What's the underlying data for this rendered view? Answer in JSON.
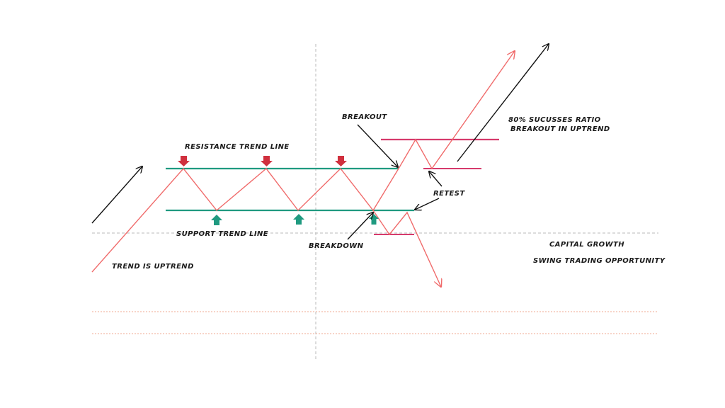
{
  "labels": {
    "resistance": "RESISTANCE TREND LINE",
    "support": "SUPPORT TREND LINE",
    "breakout": "BREAKOUT",
    "breakdown": "BREAKDOWN",
    "retest": "RETEST",
    "ratio_line1": "80% SUCUSSES RATIO",
    "ratio_line2": "BREAKOUT IN UPTREND",
    "trend": "TREND IS UPTREND",
    "capital_growth": "CAPITAL GROWTH",
    "swing_trading": "SWING TRADING OPPORTUNITY"
  },
  "colors": {
    "price_line": "#f06b6b",
    "trend_line": "#1f9a80",
    "level_line": "#d63a6c",
    "down_arrow": "#d0303e",
    "up_arrow": "#1f9a80",
    "annotation": "#111111",
    "guide": "#b8b8b8",
    "dotted_guide": "#f0a890"
  },
  "icons": [
    "resistance-touch-down-arrow-icon",
    "support-touch-up-arrow-icon"
  ]
}
